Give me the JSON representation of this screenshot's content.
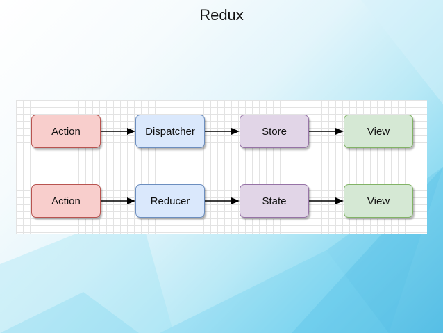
{
  "title": "Redux",
  "diagram": {
    "rows": [
      {
        "nodes": [
          {
            "label": "Action",
            "kind": "action"
          },
          {
            "label": "Dispatcher",
            "kind": "dispatcher"
          },
          {
            "label": "Store",
            "kind": "store"
          },
          {
            "label": "View",
            "kind": "view"
          }
        ]
      },
      {
        "nodes": [
          {
            "label": "Action",
            "kind": "action"
          },
          {
            "label": "Reducer",
            "kind": "dispatcher"
          },
          {
            "label": "State",
            "kind": "store"
          },
          {
            "label": "View",
            "kind": "view"
          }
        ]
      }
    ],
    "colors": {
      "action": {
        "fill": "#f8cecc",
        "stroke": "#b85450"
      },
      "dispatcher": {
        "fill": "#dae8fc",
        "stroke": "#6c8ebf"
      },
      "store": {
        "fill": "#e1d5e7",
        "stroke": "#9673a6"
      },
      "view": {
        "fill": "#d5e8d4",
        "stroke": "#82b366"
      },
      "arrow": "#000000"
    }
  }
}
